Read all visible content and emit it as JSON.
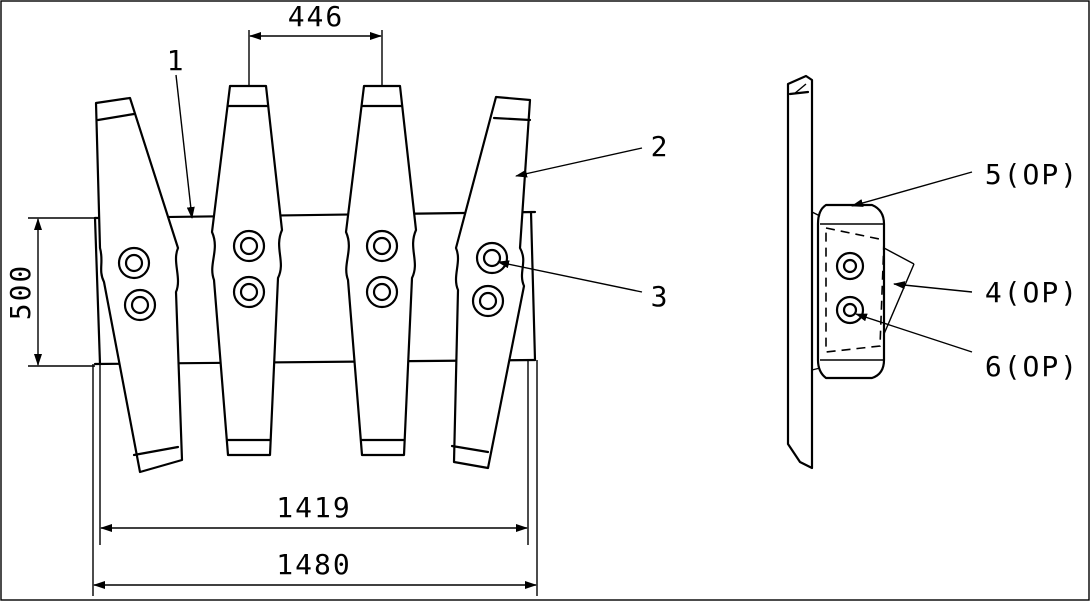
{
  "dimensions": {
    "top_pitch": "446",
    "height": "500",
    "inner_width": "1419",
    "outer_width": "1480"
  },
  "callouts": {
    "c1": "1",
    "c2": "2",
    "c3": "3",
    "c4": "4(OP)",
    "c5": "5(OP)",
    "c6": "6(OP)"
  }
}
